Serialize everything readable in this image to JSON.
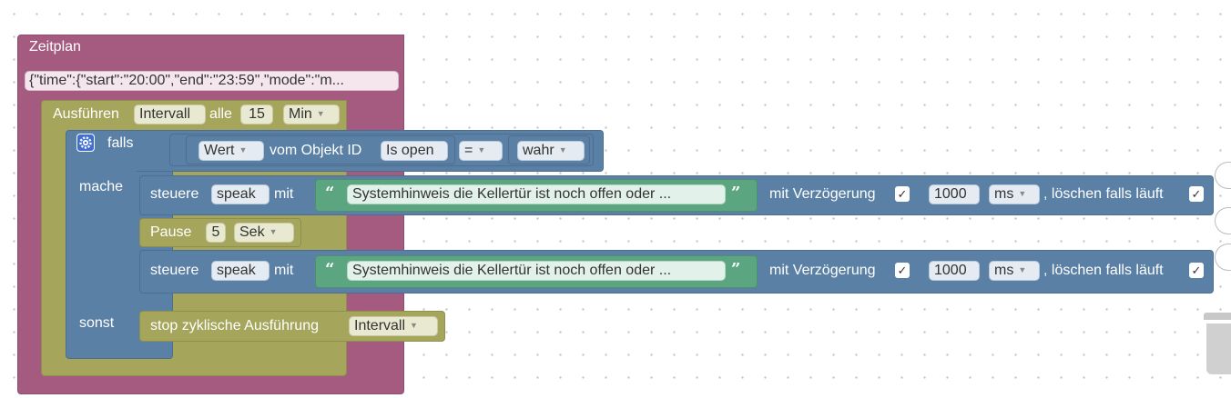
{
  "colors": {
    "schedule_block": "#a55b80",
    "timer_block": "#a5a55b",
    "logic_block": "#5b80a5",
    "text_block": "#5ba580"
  },
  "schedule": {
    "title": "Zeitplan",
    "config": "{\"time\":{\"start\":\"20:00\",\"end\":\"23:59\",\"mode\":\"m..."
  },
  "interval": {
    "label_run": "Ausführen",
    "name": "Intervall",
    "label_every": "alle",
    "value": "15",
    "unit": "Min"
  },
  "if_block": {
    "gear_icon": "gear-icon",
    "label_if": "falls",
    "value_field": "Wert",
    "label_object": "vom Objekt ID",
    "object_id": "Is open",
    "operator": "=",
    "compare_value": "wahr",
    "label_do": "mache",
    "label_else": "sonst"
  },
  "speak_rows": [
    {
      "label_control": "steuere",
      "target": "speak",
      "label_with": "mit",
      "text": "Systemhinweis die Kellertür ist noch offen oder ...",
      "label_delay": "mit Verzögerung",
      "delay_checked": "✓",
      "delay_value": "1000",
      "delay_unit": "ms",
      "label_clear": ", löschen falls läuft",
      "clear_checked": "✓"
    },
    {
      "label_control": "steuere",
      "target": "speak",
      "label_with": "mit",
      "text": "Systemhinweis die Kellertür ist noch offen oder ...",
      "label_delay": "mit Verzögerung",
      "delay_checked": "✓",
      "delay_value": "1000",
      "delay_unit": "ms",
      "label_clear": ", löschen falls läuft",
      "clear_checked": "✓"
    }
  ],
  "pause": {
    "label": "Pause",
    "value": "5",
    "unit": "Sek"
  },
  "stop": {
    "label": "stop zyklische Ausführung",
    "target": "Intervall"
  },
  "workspace_controls": [
    "zoom-reset-icon",
    "zoom-in-icon",
    "zoom-out-icon",
    "trash-icon"
  ]
}
